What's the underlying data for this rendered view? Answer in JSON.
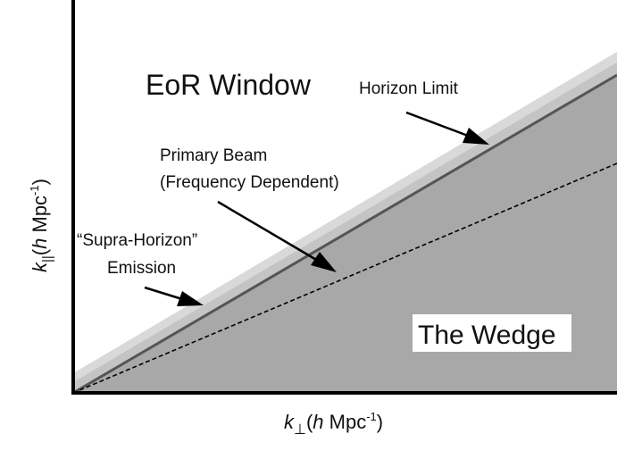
{
  "diagram": {
    "region_labels": {
      "eor_window": "EoR Window",
      "wedge": "The Wedge"
    },
    "annotations": {
      "horizon_limit": "Horizon Limit",
      "primary_beam_line1": "Primary Beam",
      "primary_beam_line2": "(Frequency Dependent)",
      "supra_horizon_line1": "“Supra-Horizon”",
      "supra_horizon_line2": "Emission"
    },
    "axes": {
      "x": {
        "k": "k",
        "subscript": "⊥",
        "open": "(",
        "h": "h",
        "unit": " Mpc",
        "exp": "-1",
        "close": ")"
      },
      "y": {
        "k": "k",
        "subscript": "||",
        "open": "(",
        "h": "h",
        "unit": " Mpc",
        "exp": "-1",
        "close": ")"
      }
    },
    "colors": {
      "wedge_fill": "#a8a8a8",
      "supra_band": "#d9d9d9",
      "horizon_line": "#555555",
      "axis": "#000000"
    }
  }
}
